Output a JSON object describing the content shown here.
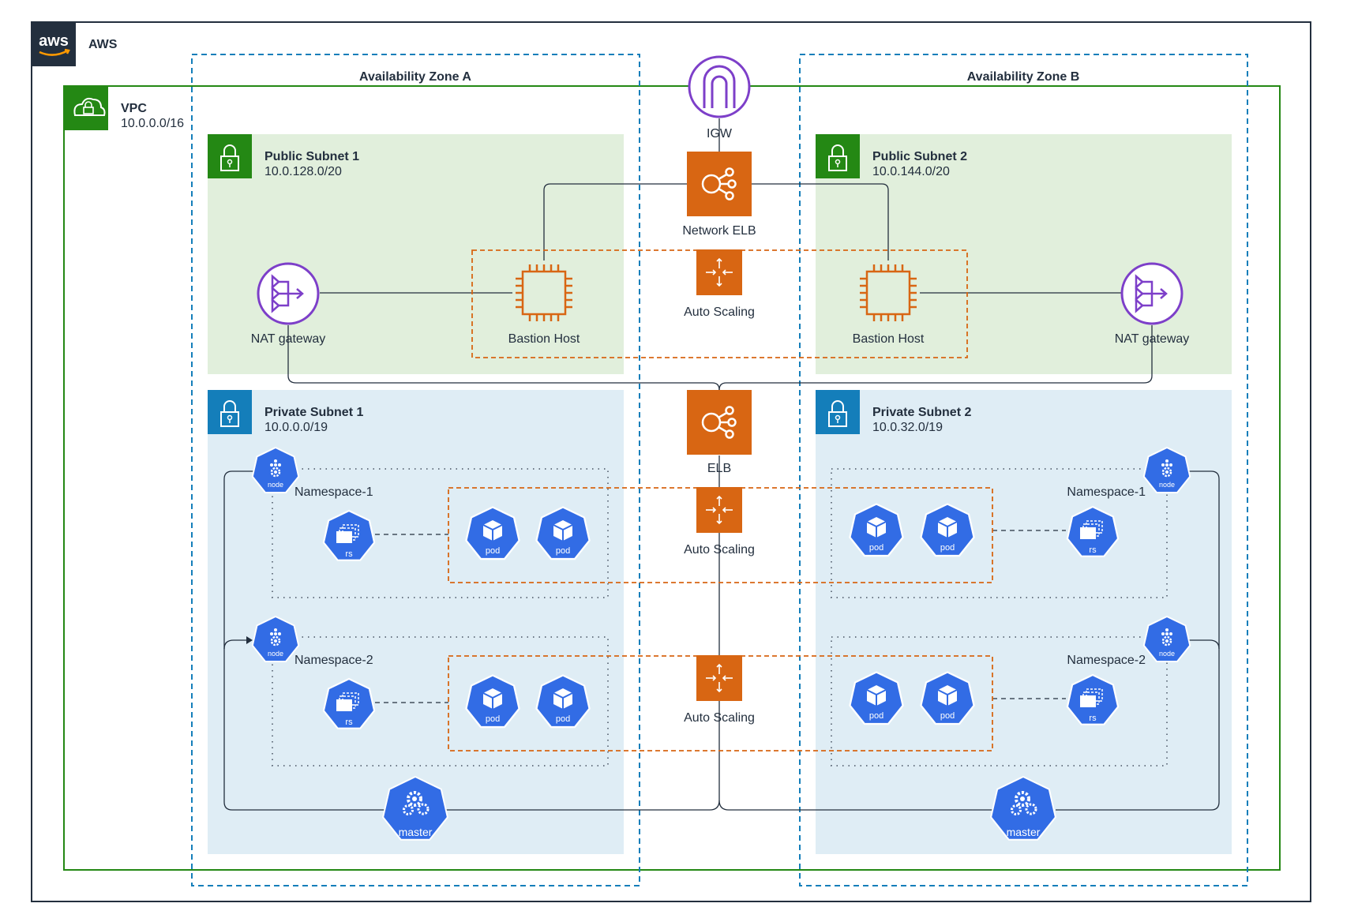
{
  "cloud": {
    "label": "AWS",
    "logo_text": "aws"
  },
  "vpc": {
    "label": "VPC",
    "cidr": "10.0.0.0/16"
  },
  "zones": {
    "a": "Availability Zone A",
    "b": "Availability Zone B"
  },
  "subnets": {
    "public_1": {
      "name": "Public Subnet 1",
      "cidr": "10.0.128.0/20"
    },
    "public_2": {
      "name": "Public Subnet 2",
      "cidr": "10.0.144.0/20"
    },
    "private_1": {
      "name": "Private Subnet 1",
      "cidr": "10.0.0.0/19"
    },
    "private_2": {
      "name": "Private Subnet 2",
      "cidr": "10.0.32.0/19"
    }
  },
  "nodes": {
    "igw": "IGW",
    "network_elb": "Network ELB",
    "elb": "ELB",
    "auto_scaling": "Auto Scaling",
    "bastion_host": "Bastion Host",
    "nat_gateway": "NAT gateway"
  },
  "k8s": {
    "namespace_1": "Namespace-1",
    "namespace_2": "Namespace-2",
    "node": "node",
    "pod": "pod",
    "rs": "rs",
    "master": "master"
  },
  "colors": {
    "aws_orange": "#d86613",
    "vpc_green": "#248814",
    "public_fill": "#e1efdc",
    "private_fill": "#dfedf5",
    "private_header": "#147eba",
    "zone_dash": "#147eba",
    "purple": "#7d3fc9",
    "k8s_blue": "#326ce5"
  }
}
